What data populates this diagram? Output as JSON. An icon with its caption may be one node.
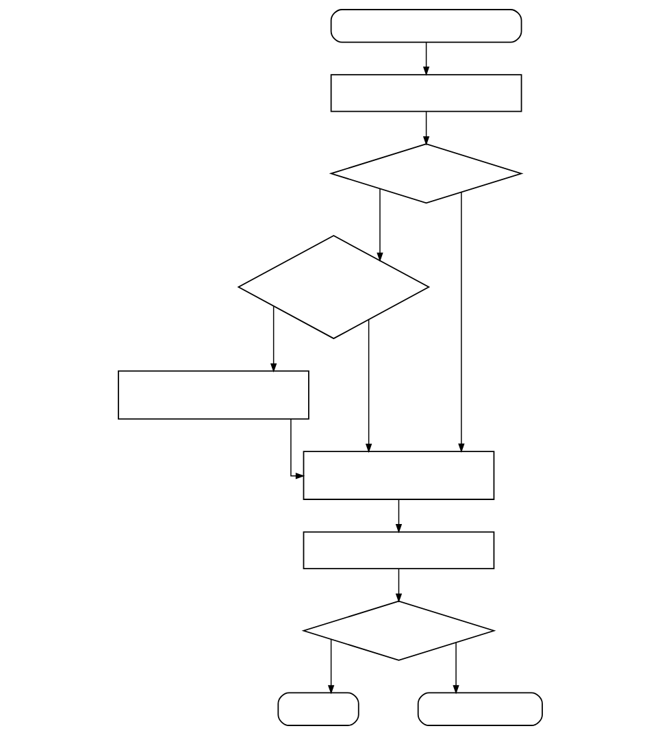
{
  "diagram": {
    "nodes": [
      {
        "text": [],
        "shape": "box"
      },
      {
        "text": [],
        "shape": "box"
      },
      {
        "text": [],
        "shape": "diamond"
      },
      {
        "text": [],
        "shape": "diamond"
      },
      {
        "text": [],
        "shape": "box"
      },
      {
        "text": [],
        "shape": "box"
      },
      {
        "text": [],
        "shape": "box"
      },
      {
        "text": [],
        "shape": "diamond"
      },
      {
        "text": [],
        "shape": "box"
      },
      {
        "text": [],
        "shape": "box"
      }
    ],
    "edges": [
      {
        "from": 0,
        "to": 1,
        "arrow": "to"
      },
      {
        "from": 1,
        "to": 2,
        "arrow": "to"
      },
      {
        "from": 2,
        "to": 3,
        "arrow": "to"
      },
      {
        "from": 3,
        "to": 4,
        "arrow": "to"
      },
      {
        "from": 4,
        "to": 5,
        "arrow": "to"
      },
      {
        "from": 2,
        "to": 5,
        "arrow": "to"
      },
      {
        "from": 3,
        "to": 5,
        "arrow": "to"
      },
      {
        "from": 5,
        "to": 6,
        "arrow": "to"
      },
      {
        "from": 6,
        "to": 7,
        "arrow": "to"
      },
      {
        "from": 7,
        "to": 8,
        "arrow": "to"
      },
      {
        "from": 7,
        "to": 9,
        "arrow": "to"
      }
    ]
  }
}
